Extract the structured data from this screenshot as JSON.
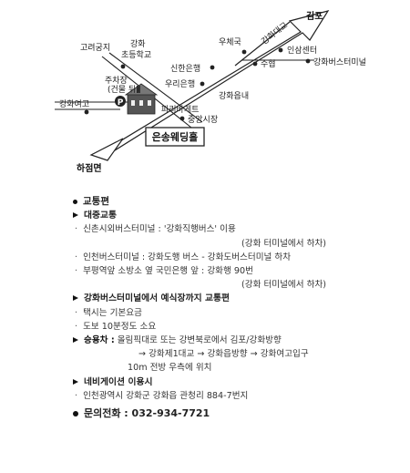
{
  "map": {
    "places": {
      "gimpo": "김포",
      "gangwha_bridge": "강화대교",
      "post_office": "우체국",
      "insam_center": "인삼센터",
      "suhyup": "수협",
      "bus_terminal": "강화버스터미널",
      "goryeo_palace": "고려궁지",
      "elementary": "강화\n초등학교",
      "shinhan": "신한은행",
      "woori": "우리은행",
      "parking": "주차장\n(건물 뒤)",
      "parking_sign": "P",
      "gangwha_eup": "강화읍내",
      "highschool": "강화여고",
      "paris": "파리바게트",
      "market": "중앙시장",
      "hajeom": "하점면",
      "venue": "은송웨딩홀"
    }
  },
  "info": {
    "section_transport": "교통편",
    "public_title": "대중교통",
    "public_items": [
      "신촌시외버스터미널 : '강화직행버스' 이용",
      "(강화 터미널에서 하차)",
      "인천버스터미널 : 강화도행 버스 - 강화도버스터미널 하차",
      "부평역앞 소방소 옆 국민은행 앞 : 강화행 90번",
      "(강화 터미널에서 하차)"
    ],
    "terminal_title": "강화버스터미널에서 예식장까지 교통편",
    "terminal_items": [
      "택시는 기본요금",
      "도보 10분정도 소요"
    ],
    "car_label": "승용차 :",
    "car_lines": [
      "올림픽대로 또는 강변북로에서 김포/강화방향",
      "→ 강화제1대교 → 강화읍방향 → 강화여고입구",
      "10m 전방 우측에 위치"
    ],
    "nav_title": "네비게이션 이용시",
    "nav_items": [
      "인천광역시 강화군 강화읍 관청리 884-7번지"
    ],
    "phone_label": "문의전화 : 032-934-7721"
  }
}
